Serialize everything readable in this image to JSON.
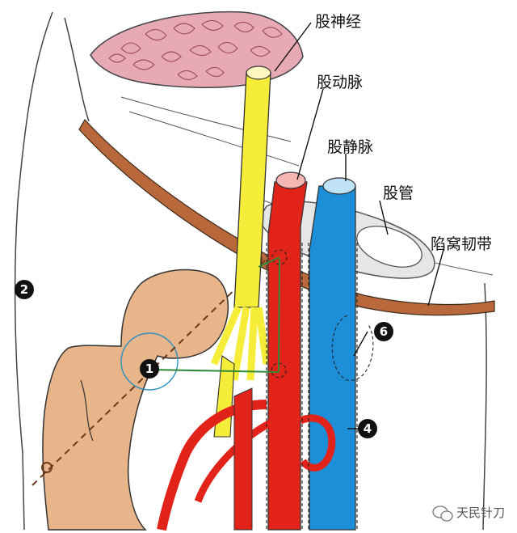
{
  "labels": {
    "femoral_nerve": "股神经",
    "femoral_artery": "股动脉",
    "femoral_vein": "股静脉",
    "femoral_canal": "股管",
    "lacunar_ligament": "陷窝韧带"
  },
  "markers": {
    "m1": "1",
    "m2": "2",
    "m4": "4",
    "m6": "6"
  },
  "watermark": {
    "text": "天民针刀",
    "icon": "wechat-icon"
  },
  "colors": {
    "nerve": "#f6ec3a",
    "artery": "#e2231a",
    "vein": "#1d8fd8",
    "bone": "#e8b48a",
    "muscle": "#e7a9b4",
    "ligament": "#b8683a",
    "outline": "#333333"
  }
}
